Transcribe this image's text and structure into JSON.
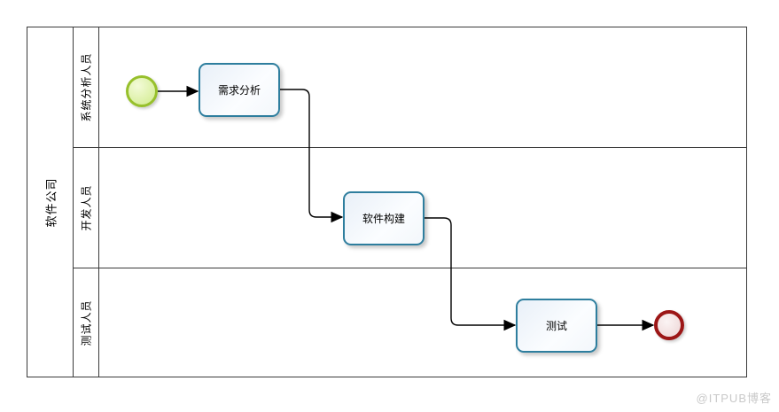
{
  "diagram": {
    "type": "bpmn-swimlane",
    "pool_label": "软件公司",
    "lanes": [
      {
        "label": "系统分析人员"
      },
      {
        "label": "开发人员"
      },
      {
        "label": "测试人员"
      }
    ],
    "tasks": [
      {
        "label": "需求分析",
        "lane": "系统分析人员"
      },
      {
        "label": "软件构建",
        "lane": "开发人员"
      },
      {
        "label": "测试",
        "lane": "测试人员"
      }
    ],
    "events": [
      {
        "kind": "start",
        "lane": "系统分析人员"
      },
      {
        "kind": "end",
        "lane": "测试人员"
      }
    ],
    "flows": [
      {
        "from": "start",
        "to": "需求分析"
      },
      {
        "from": "需求分析",
        "to": "软件构建"
      },
      {
        "from": "软件构建",
        "to": "测试"
      },
      {
        "from": "测试",
        "to": "end"
      }
    ],
    "colors": {
      "task_border": "#2e7e9e",
      "start_event_border": "#97c02c",
      "end_event_border": "#9c1616",
      "line": "#000000",
      "lane_border": "#3a3a3a"
    }
  },
  "watermark": {
    "text": "@ITPUB博客"
  }
}
